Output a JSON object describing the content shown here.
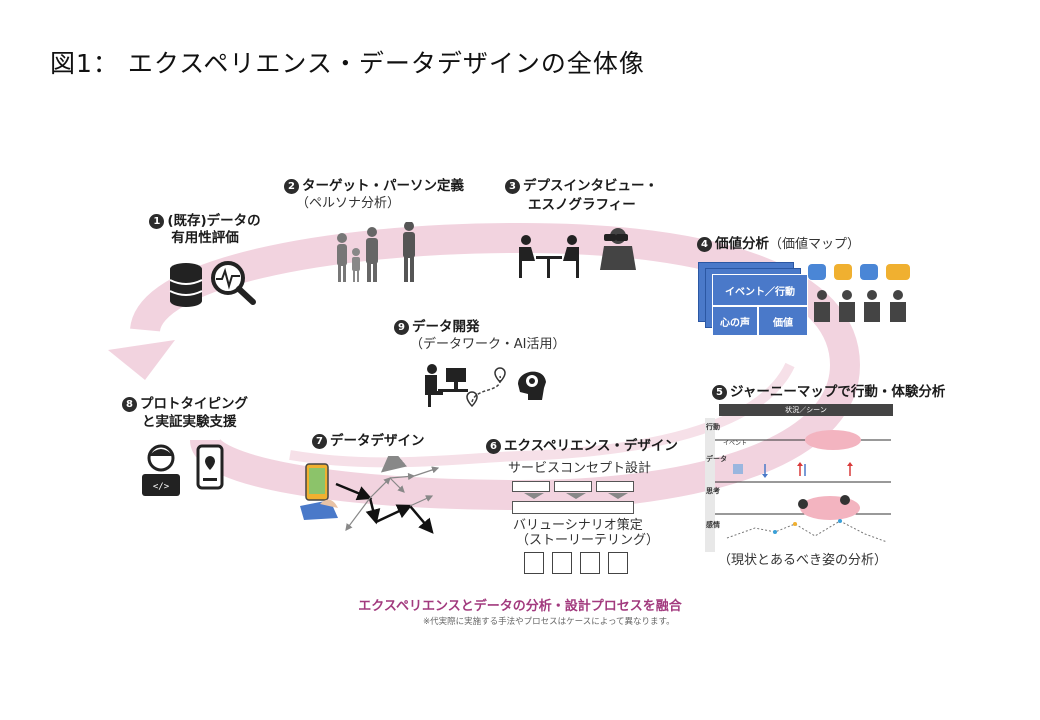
{
  "title": "図1： エクスペリエンス・データデザインの全体像",
  "steps": {
    "s1": {
      "num": "1",
      "line1": "(既存)データの",
      "line2": "有用性評価"
    },
    "s2": {
      "num": "2",
      "line1": "ターゲット・パーソン定義",
      "line2": "（ペルソナ分析）"
    },
    "s3": {
      "num": "3",
      "line1": "デプスインタビュー・",
      "line2": "エスノグラフィー"
    },
    "s4": {
      "num": "4",
      "line1": "価値分析",
      "sub": "（価値マップ）"
    },
    "s5": {
      "num": "5",
      "line1": "ジャーニーマップで行動・体験分析",
      "sub": "（現状とあるべき姿の分析）"
    },
    "s6": {
      "num": "6",
      "line1": "エクスペリエンス・デザイン",
      "svc": "サービスコンセプト設計",
      "val1": "バリューシナリオ策定",
      "val2": "（ストーリーテリング）"
    },
    "s7": {
      "num": "7",
      "line1": "データデザイン"
    },
    "s8": {
      "num": "8",
      "line1": "プロトタイピング",
      "line2": "と実証実験支援"
    },
    "s9": {
      "num": "9",
      "line1": "データ開発",
      "sub": "（データワーク・AI活用）"
    }
  },
  "value_map": {
    "event": "イベント／行動",
    "voice": "心の声",
    "value": "価値"
  },
  "journey": {
    "scene": "状況／シーン",
    "event": "イベント",
    "rows": [
      "行動",
      "データ",
      "思考",
      "感情"
    ]
  },
  "footer": {
    "merge": "エクスペリエンスとデータの分析・設計プロセスを融合",
    "note": "※代実際に実施する手法やプロセスはケースによって異なります。"
  },
  "colors": {
    "loop": "#f2d3df",
    "accent_blue": "#4a79c9",
    "merge_text": "#a23a7e",
    "pink_highlight": "#f3b4c0"
  },
  "icons": [
    "database-icon",
    "magnifier-pulse-icon",
    "family-silhouette-icon",
    "interview-table-icon",
    "binoculars-person-icon",
    "meeting-people-icon",
    "developer-desk-icon",
    "location-path-icon",
    "brain-gear-icon",
    "programmer-icon",
    "smartphone-location-icon",
    "phone-hand-icon",
    "arrow-network-icon"
  ]
}
